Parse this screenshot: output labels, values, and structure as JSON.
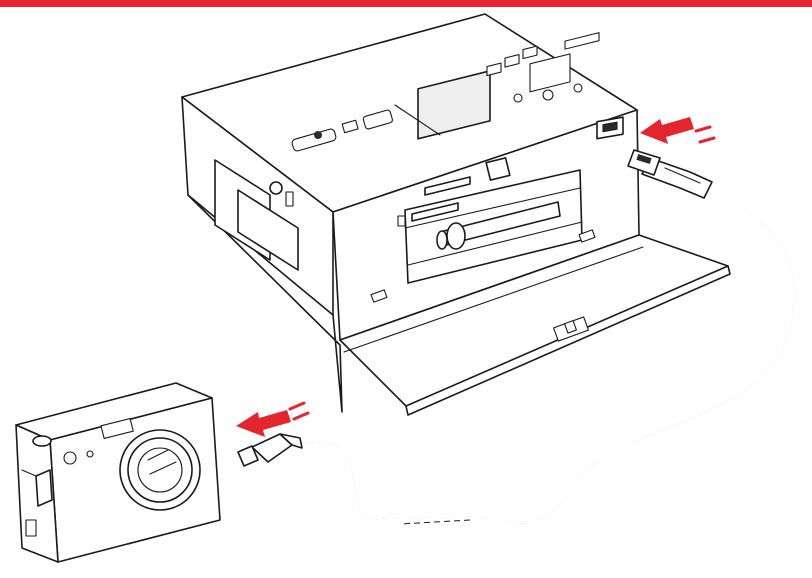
{
  "image": {
    "accent_color": "#e3262e",
    "arrow_color": "#e3262e",
    "line_color": "#1a1a1a",
    "icons": [
      "printer",
      "usb-connector",
      "usb-cable",
      "digital-camera",
      "arrow-left"
    ]
  }
}
